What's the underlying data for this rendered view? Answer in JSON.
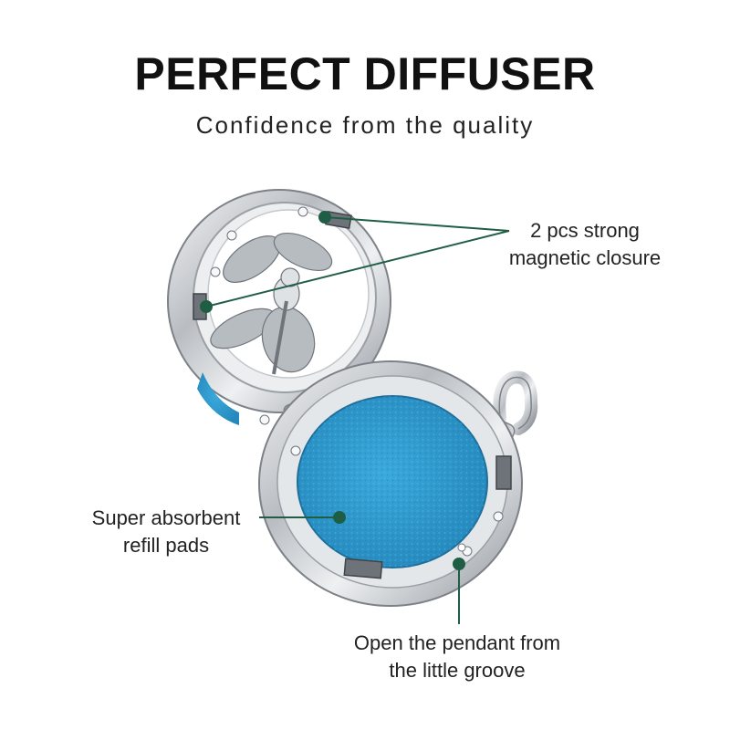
{
  "heading": {
    "title": "PERFECT DIFFUSER",
    "subtitle": "Confidence from the quality"
  },
  "callouts": {
    "magnetic": {
      "line1": "2 pcs strong",
      "line2": "magnetic closure"
    },
    "pads": {
      "line1": "Super absorbent",
      "line2": "refill pads"
    },
    "groove": {
      "line1": "Open the pendant from",
      "line2": "the little groove"
    }
  },
  "colors": {
    "leader": "#1f5e45",
    "pad": "#2f9fd3",
    "metal": "#c9ccd0"
  },
  "product": {
    "name": "locket-pendant",
    "motif": "dragonfly"
  }
}
